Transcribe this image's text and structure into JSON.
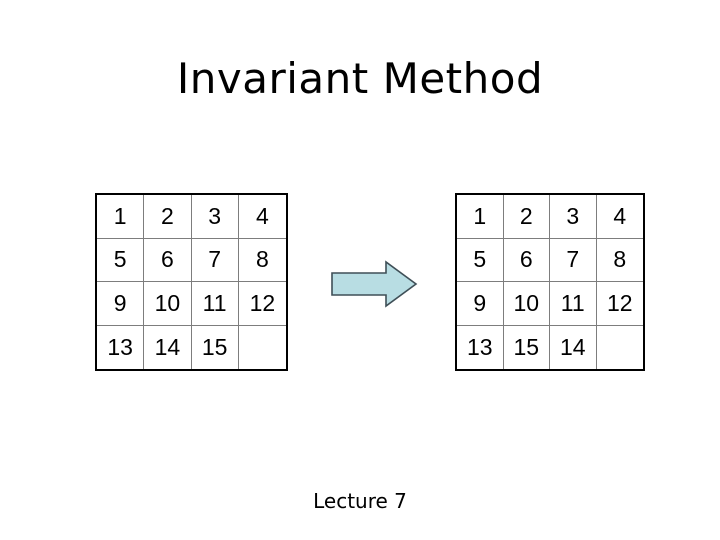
{
  "slide": {
    "title": "Invariant Method",
    "footer": "Lecture 7",
    "background_color": "#ffffff",
    "text_color": "#000000"
  },
  "grids": {
    "border_color": "#000000",
    "gridline_color": "#7d7d7d",
    "cell_background": "#ffffff",
    "left": {
      "name": "initial-configuration",
      "rows": [
        [
          "1",
          "2",
          "3",
          "4"
        ],
        [
          "5",
          "6",
          "7",
          "8"
        ],
        [
          "9",
          "10",
          "11",
          "12"
        ],
        [
          "13",
          "14",
          "15",
          ""
        ]
      ]
    },
    "right": {
      "name": "target-configuration",
      "rows": [
        [
          "1",
          "2",
          "3",
          "4"
        ],
        [
          "5",
          "6",
          "7",
          "8"
        ],
        [
          "9",
          "10",
          "11",
          "12"
        ],
        [
          "13",
          "15",
          "14",
          ""
        ]
      ]
    }
  },
  "arrow": {
    "direction": "right",
    "fill_color": "#b8dde3",
    "stroke_color": "#3f4f57"
  }
}
